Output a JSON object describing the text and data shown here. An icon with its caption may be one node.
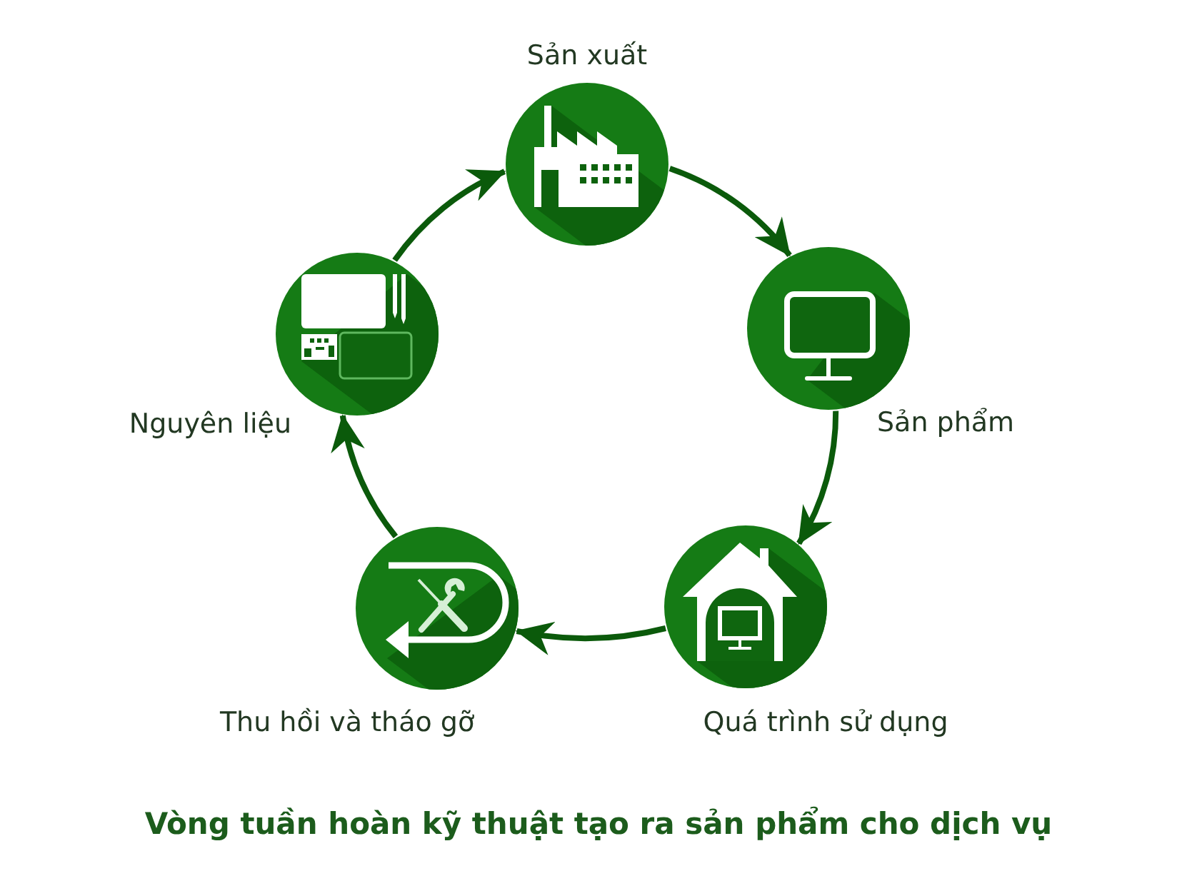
{
  "diagram": {
    "title": "Vòng tuần hoàn kỹ thuật tạo ra sản phẩm cho dịch vụ",
    "nodes": [
      {
        "text": [
          "Sản xuất"
        ]
      },
      {
        "text": [
          "Sản phẩm"
        ]
      },
      {
        "text": [
          "Quá trình sử dụng"
        ]
      },
      {
        "text": [
          "Thu hồi và tháo gỡ"
        ]
      },
      {
        "text": [
          "Nguyên liệu"
        ]
      }
    ],
    "edges": [
      {
        "from": 0,
        "to": 1,
        "arrow": "to"
      },
      {
        "from": 1,
        "to": 2,
        "arrow": "to"
      },
      {
        "from": 2,
        "to": 3,
        "arrow": "to"
      },
      {
        "from": 3,
        "to": 4,
        "arrow": "to"
      },
      {
        "from": 4,
        "to": 0,
        "arrow": "to"
      }
    ]
  }
}
